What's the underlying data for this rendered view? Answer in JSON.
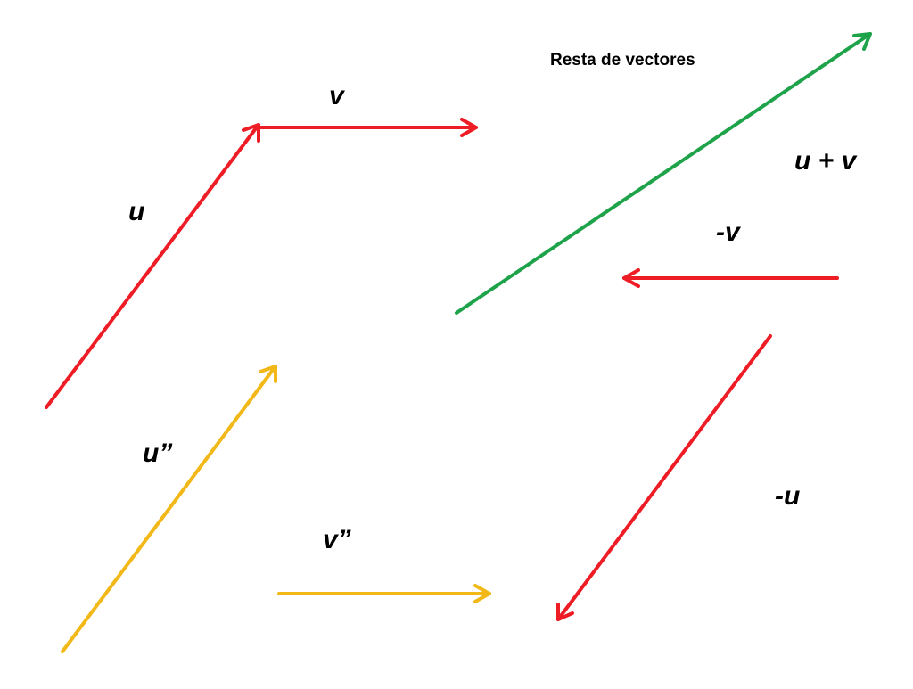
{
  "title": "Resta de vectores",
  "colors": {
    "red": "#ee1c25",
    "green": "#1ea34a",
    "yellow": "#f2b818"
  },
  "vectors": [
    {
      "name": "u",
      "color": "red"
    },
    {
      "name": "v",
      "color": "red"
    },
    {
      "name": "u + v",
      "color": "green"
    },
    {
      "name": "-v",
      "color": "red"
    },
    {
      "name": "-u",
      "color": "red"
    },
    {
      "name": "u”",
      "color": "yellow"
    },
    {
      "name": "v”",
      "color": "yellow"
    }
  ]
}
